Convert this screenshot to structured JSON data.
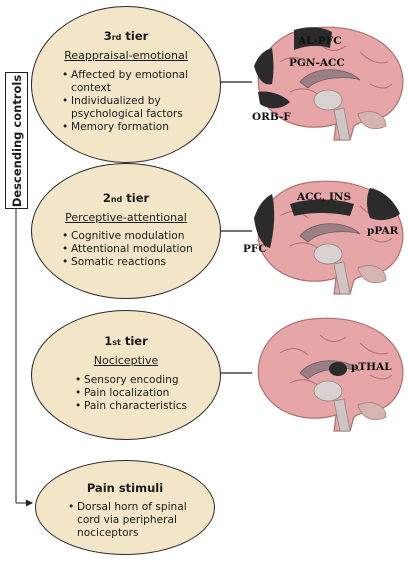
{
  "side_label": "Descending controls",
  "tiers": [
    {
      "num": "3",
      "suffix": "rd",
      "word": "tier",
      "subtitle": "Reappraisal-emotional",
      "items": [
        "Affected by emotional",
        "context",
        "Individualized by",
        "psychological factors",
        "Memory formation"
      ],
      "bullets": [
        true,
        false,
        true,
        false,
        true
      ]
    },
    {
      "num": "2",
      "suffix": "nd",
      "word": "tier",
      "subtitle": "Perceptive-attentional",
      "items": [
        "Cognitive modulation",
        "Attentional modulation",
        "Somatic reactions"
      ]
    },
    {
      "num": "1",
      "suffix": "st",
      "word": "tier",
      "subtitle": "Nociceptive",
      "items": [
        "Sensory encoding",
        "Pain localization",
        "Pain characteristics"
      ]
    }
  ],
  "stimuli": {
    "title": "Pain stimuli",
    "items": [
      "Dorsal horn of spinal",
      "cord via peripheral",
      "nociceptors"
    ]
  },
  "brain_labels": {
    "al_pfc": "AL-PFC",
    "pgn_acc": "PGN-ACC",
    "orb_f": "ORB-F",
    "acc_ins": "ACC, INS",
    "pfc": "PFC",
    "ppar": "pPAR",
    "pthal": "pTHAL"
  },
  "colors": {
    "ellipse_fill": "#f3e6c8",
    "brain_fill": "#e6a5a6",
    "highlight": "#2b2b2b"
  }
}
